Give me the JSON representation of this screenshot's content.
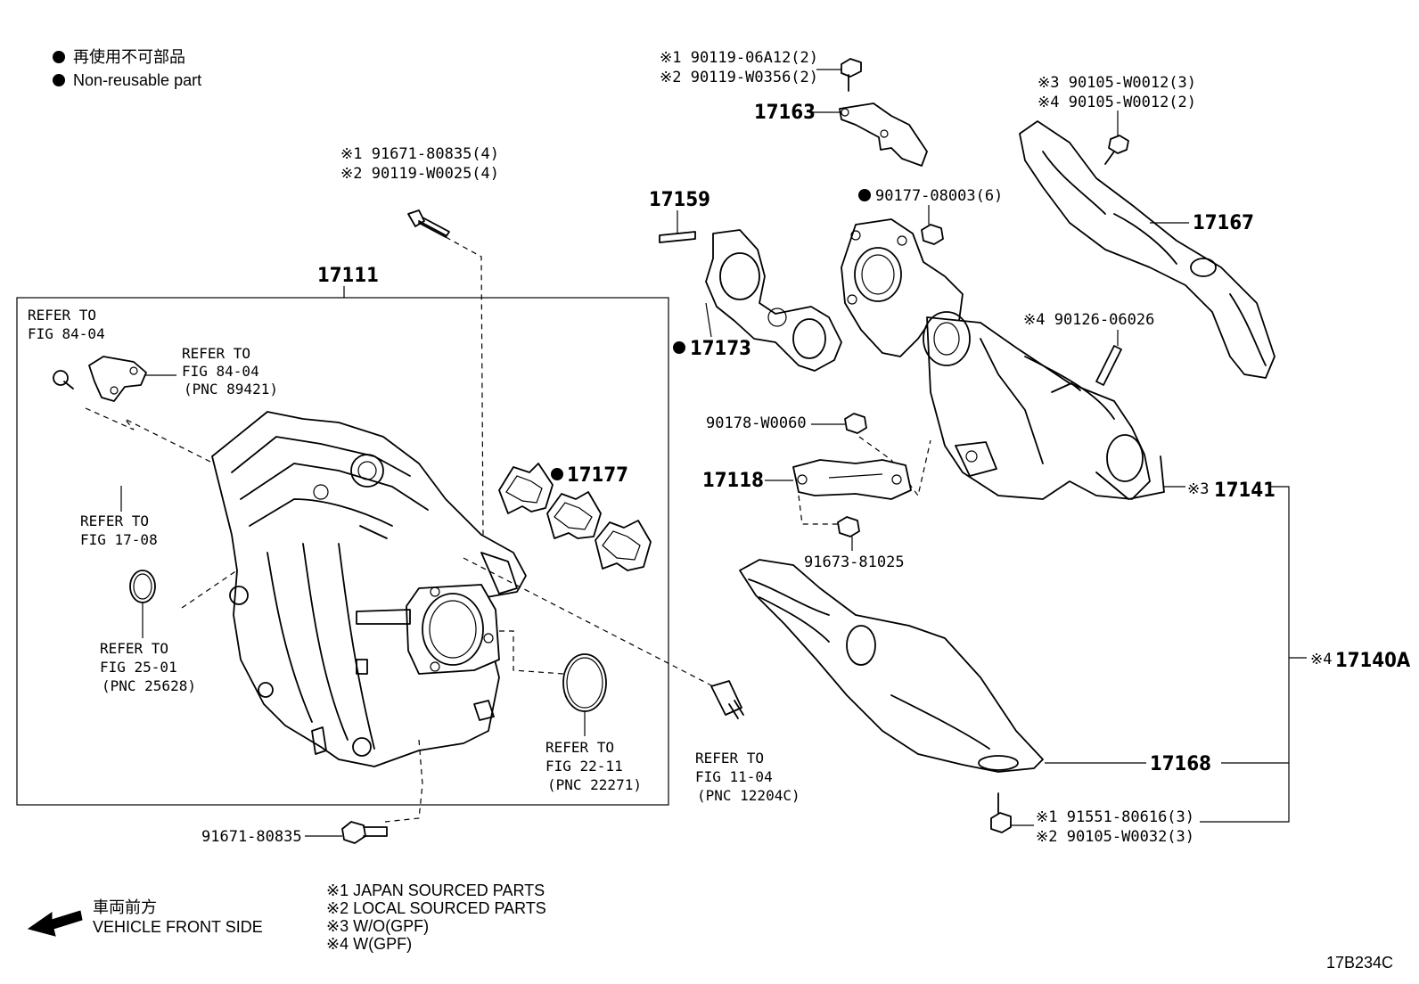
{
  "legend": {
    "non_reusable_jp": "再使用不可部品",
    "non_reusable_en": "Non-reusable part"
  },
  "footnotes": {
    "n1": "※1  JAPAN SOURCED PARTS",
    "n2": "※2  LOCAL SOURCED PARTS",
    "n3": "※3  W/O(GPF)",
    "n4": "※4  W(GPF)"
  },
  "direction": {
    "jp": "車両前方",
    "en": "VEHICLE FRONT SIDE"
  },
  "figure_code": "17B234C",
  "parts": {
    "p17111": "17111",
    "p17159": "17159",
    "p17163": "17163",
    "p17167": "17167",
    "p17173": "17173",
    "p17177": "17177",
    "p17118": "17118",
    "p17141": "17141",
    "p17141_prefix": "※3",
    "p17140a": "17140A",
    "p17140a_prefix": "※4",
    "p17168": "17168",
    "p90177": "90177-08003(6)",
    "p90178": "90178-W0060",
    "p91673": "91673-81025",
    "p91671_bottom": "91671-80835",
    "p90126": "※4 90126-06026",
    "bolt_top_1": "※1 91671-80835(4)",
    "bolt_top_2": "※2 90119-W0025(4)",
    "bolt_17163_1": "※1 90119-06A12(2)",
    "bolt_17163_2": "※2 90119-W0356(2)",
    "bolt_17167_1": "※3 90105-W0012(3)",
    "bolt_17167_2": "※4 90105-W0012(2)",
    "bolt_17168_1": "※1 91551-80616(3)",
    "bolt_17168_2": "※2 90105-W0032(3)"
  },
  "refers": {
    "r1_a": "REFER TO",
    "r1_b": "FIG 84-04",
    "r2_a": "REFER TO",
    "r2_b": "FIG 84-04",
    "r2_c": "(PNC 89421)",
    "r3_a": "REFER TO",
    "r3_b": "FIG 17-08",
    "r4_a": "REFER TO",
    "r4_b": "FIG 25-01",
    "r4_c": "(PNC 25628)",
    "r5_a": "REFER TO",
    "r5_b": "FIG 22-11",
    "r5_c": "(PNC 22271)",
    "r6_a": "REFER TO",
    "r6_b": "FIG 11-04",
    "r6_c": "(PNC 12204C)"
  }
}
